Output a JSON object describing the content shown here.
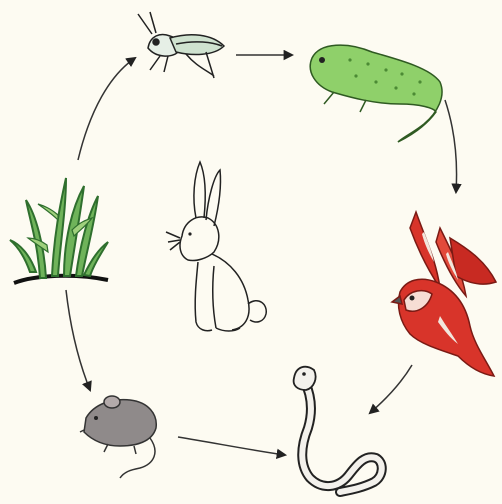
{
  "diagram": {
    "type": "food-web",
    "background": "#fdfbf2",
    "organisms": [
      {
        "id": "grass",
        "icon": "grass-icon"
      },
      {
        "id": "grasshopper",
        "icon": "grasshopper-icon"
      },
      {
        "id": "lizard",
        "icon": "lizard-icon"
      },
      {
        "id": "bird",
        "icon": "bird-icon"
      },
      {
        "id": "snake",
        "icon": "snake-icon"
      },
      {
        "id": "mouse",
        "icon": "mouse-icon"
      },
      {
        "id": "rabbit",
        "icon": "rabbit-icon"
      }
    ],
    "links": [
      {
        "from": "grass",
        "to": "grasshopper"
      },
      {
        "from": "grasshopper",
        "to": "lizard"
      },
      {
        "from": "lizard",
        "to": "bird"
      },
      {
        "from": "bird",
        "to": "snake"
      },
      {
        "from": "grass",
        "to": "mouse"
      },
      {
        "from": "mouse",
        "to": "snake"
      }
    ],
    "colors": {
      "lizard": "#8fd06a",
      "bird": "#d8342a",
      "mouse": "#8f8a8a",
      "grass": "#3f8a3a",
      "outline": "#222222"
    }
  }
}
